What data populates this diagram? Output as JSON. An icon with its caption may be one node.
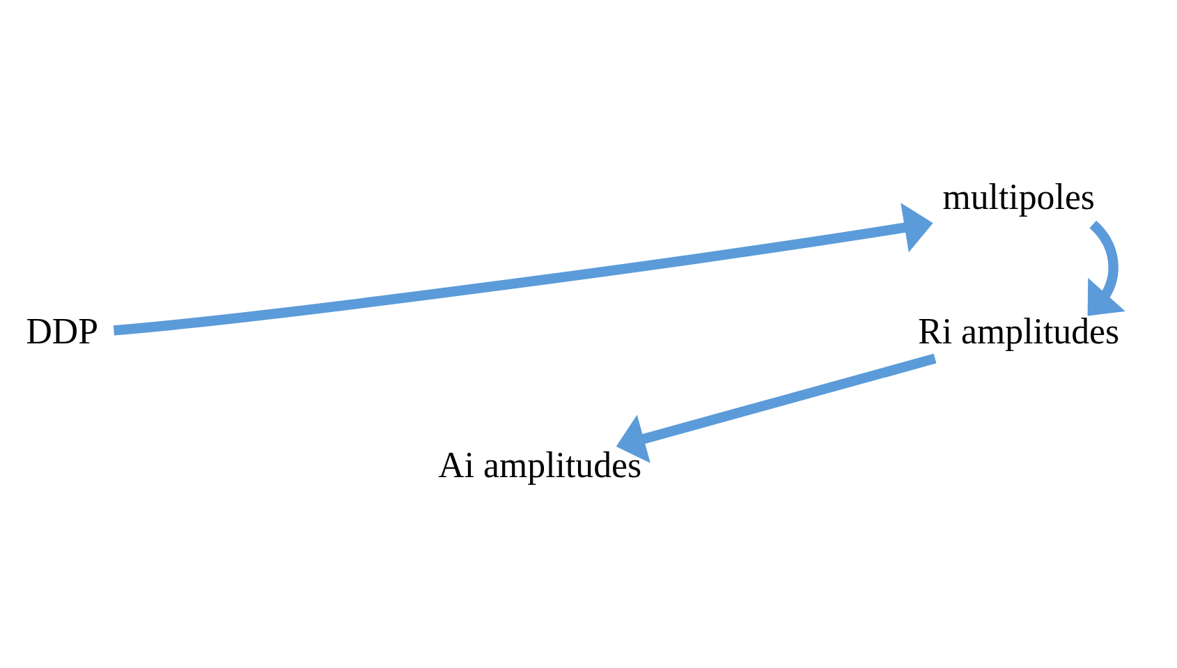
{
  "diagram": {
    "nodes": [
      {
        "text": [
          "DDP"
        ]
      },
      {
        "text": [
          "multipoles"
        ]
      },
      {
        "text": [
          "Ri amplitudes"
        ]
      },
      {
        "text": [
          "Ai amplitudes"
        ]
      }
    ],
    "edges": [
      {
        "from": 0,
        "to": 1,
        "arrow": "to"
      },
      {
        "from": 1,
        "to": 2,
        "arrow": "to"
      },
      {
        "from": 2,
        "to": 3,
        "arrow": "to"
      }
    ]
  }
}
